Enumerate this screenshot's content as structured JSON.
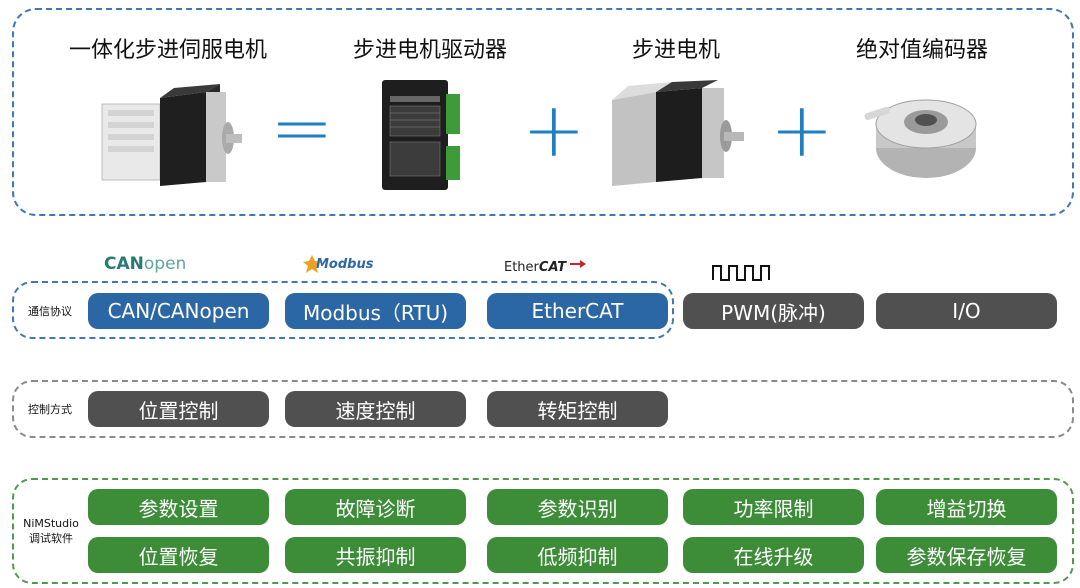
{
  "top": {
    "items": [
      {
        "title": "一体化步进伺服电机"
      },
      {
        "title": "步进电机驱动器"
      },
      {
        "title": "步进电机"
      },
      {
        "title": "绝对值编码器"
      }
    ],
    "ops": [
      "=",
      "+",
      "+"
    ]
  },
  "logos": {
    "canopen_a": "CAN",
    "canopen_b": "open",
    "modbus": "Modbus",
    "ethercat_a": "Ether",
    "ethercat_b": "CAT"
  },
  "protocols": {
    "label": "通信协议",
    "items": [
      "CAN/CANopen",
      "Modbus（RTU)",
      "EtherCAT",
      "PWM(脉冲)",
      "I/O"
    ]
  },
  "control": {
    "label": "控制方式",
    "items": [
      "位置控制",
      "速度控制",
      "转矩控制"
    ]
  },
  "software": {
    "label_line1": "NiMStudio",
    "label_line2": "调试软件",
    "row1": [
      "参数设置",
      "故障诊断",
      "参数识别",
      "功率限制",
      "增益切换"
    ],
    "row2": [
      "位置恢复",
      "共振抑制",
      "低频抑制",
      "在线升级",
      "参数保存恢复"
    ]
  },
  "colors": {
    "blue_frame": "#3f78b5",
    "blue_pill": "#2c67a5",
    "gray_pill": "#505050",
    "green_pill": "#3d8c38",
    "accent_operator": "#1f7fc2"
  }
}
